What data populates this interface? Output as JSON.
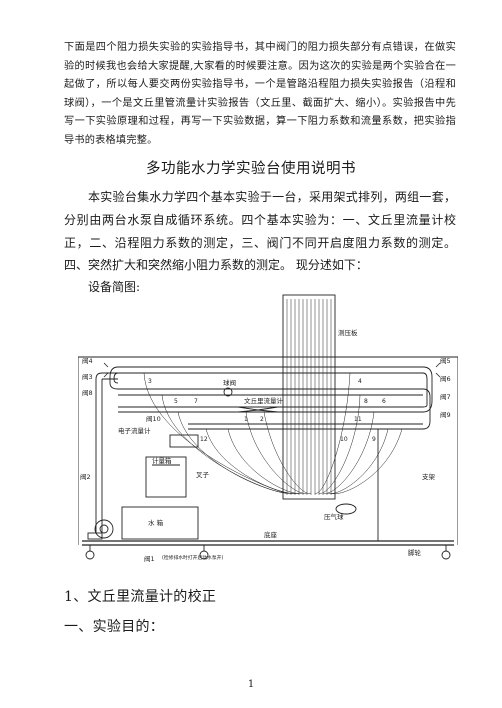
{
  "intro": {
    "paragraph": "下面是四个阻力损失实验的实验指导书，其中阀门的阻力损失部分有点错误，在做实验的时候我也会给大家提醒,大家看的时候要注意。因为这次的实验是两个实验合在一起做了，所以每人要交两份实验指导书，一个是管路沿程阻力损失实验报告（沿程和球阀），一个是文丘里管流量计实验报告（文丘里、截面扩大、缩小）。实验报告中先写一下实验原理和过程，再写一下实验数据，算一下阻力系数和流量系数，把实验指导书的表格填完整。"
  },
  "title": "多功能水力学实验台使用说明书",
  "body": {
    "paragraph": "本实验台集水力学四个基本实验于一台，采用架式排列，两组一套，分别由两台水泵自成循环系统。四个基本实验为：一、文丘里流量计校正，二、沿程阻力系数的测定，三、阀门不同开启度阻力系数的测定。四、突然扩大和突然缩小阻力系数的测定。  现分述如下：",
    "figure_label": "设备简图:"
  },
  "diagram": {
    "labels": {
      "manometer_board": "测压板",
      "valve4": "阀4",
      "valve3": "阀3",
      "valve8": "阀8",
      "valve10": "阀10",
      "valve5": "阀5",
      "valve6": "阀6",
      "valve7": "阀7",
      "valve9": "阀9",
      "valve2": "阀2",
      "valve1": "阀1",
      "ball_valve": "球阀",
      "venturi": "文丘里流量计",
      "e_flowmeter": "电子流量计",
      "metering_tank": "计量箱",
      "sleeve": "叉子",
      "water_tank": "水 箱",
      "support": "支架",
      "pressure_bulb": "压气球",
      "base": "底座",
      "foot": "脚轮",
      "valve1_note": "(检修排水时打开启动水泵开)",
      "n1": "1",
      "n2": "2",
      "n3": "3",
      "n4": "4",
      "n5": "5",
      "n6": "6",
      "n7": "7",
      "n8": "8",
      "n9": "9",
      "n10": "10",
      "n11": "11",
      "n12": "12"
    }
  },
  "section1": "1、文丘里流量计的校正",
  "section2": "一、实验目的：",
  "page_number": "1"
}
